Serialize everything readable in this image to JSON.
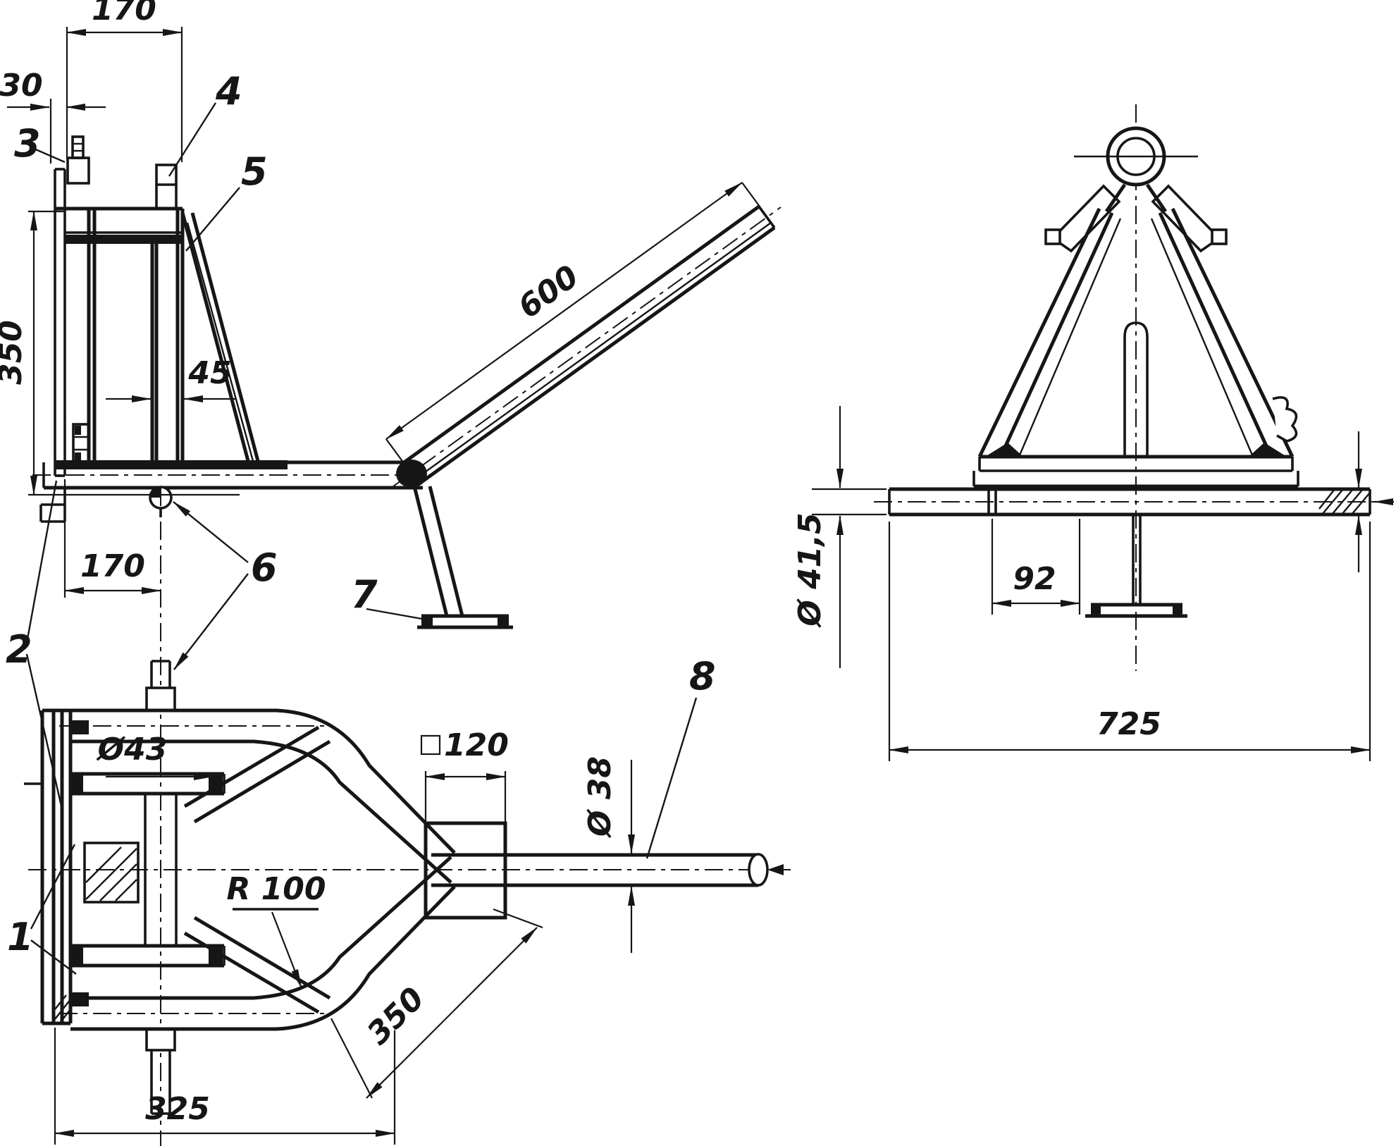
{
  "drawing": {
    "paper_color": "#ffffff",
    "ink_color": "#161616",
    "views": {
      "side": {
        "dims": {
          "top_width": "170",
          "plate_offset": "30",
          "column_height": "350",
          "strut_width": "45",
          "pin_offset": "170",
          "boom_length": "600"
        },
        "labels": {
          "p2": "2",
          "p3": "3",
          "p4": "4",
          "p5": "5",
          "p6": "6",
          "p7": "7"
        }
      },
      "front": {
        "dims": {
          "tube_dia": "Ø 41,5",
          "end_offset": "92",
          "track_width": "725"
        }
      },
      "top": {
        "dims": {
          "boss_dia": "Ø43",
          "square_size": "120",
          "tube_dia": "Ø 38",
          "bend_radius": "R 100",
          "brace_length": "350",
          "frame_depth": "325"
        },
        "labels": {
          "p1": "1",
          "p8": "8"
        }
      }
    }
  }
}
